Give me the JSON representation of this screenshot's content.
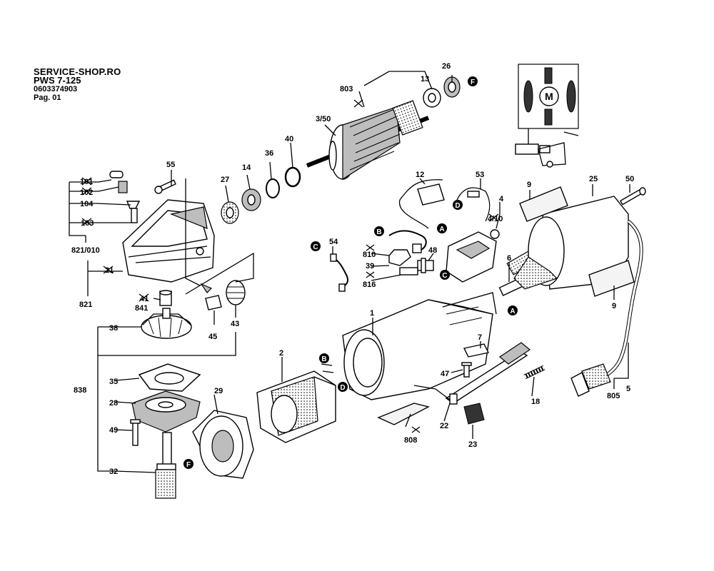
{
  "header": {
    "shop": "SERVICE-SHOP.RO",
    "model": "PWS 7-125",
    "code": "0603374903",
    "page": "Pag. 01"
  },
  "labels": {
    "p803": "803",
    "p13": "13",
    "p26": "26",
    "p3_50": "3/50",
    "p40": "40",
    "p36": "36",
    "p14": "14",
    "p27": "27",
    "p55": "55",
    "p101": "101",
    "p102": "102",
    "p104": "104",
    "p103": "103",
    "p821_010": "821/010",
    "p21": "21",
    "p821": "821",
    "p41": "41",
    "p841": "841",
    "p45": "45",
    "p43": "43",
    "p38": "38",
    "p838": "838",
    "p35": "35",
    "p28": "28",
    "p49": "49",
    "p32": "32",
    "p29": "29",
    "p2": "2",
    "p1": "1",
    "p54": "54",
    "p810": "810",
    "p39": "39",
    "p48": "48",
    "p816": "816",
    "p12": "12",
    "p53": "53",
    "p4": "4",
    "p4_10": "4/10",
    "p6": "6",
    "p9a": "9",
    "p25": "25",
    "p50": "50",
    "p9b": "9",
    "p7": "7",
    "p47": "47",
    "p18": "18",
    "p22": "22",
    "p23": "23",
    "p808": "808",
    "p5": "5",
    "p805": "805",
    "motor": "M"
  },
  "markers": {
    "a": "A",
    "b": "B",
    "c": "C",
    "d": "D",
    "f": "F"
  }
}
